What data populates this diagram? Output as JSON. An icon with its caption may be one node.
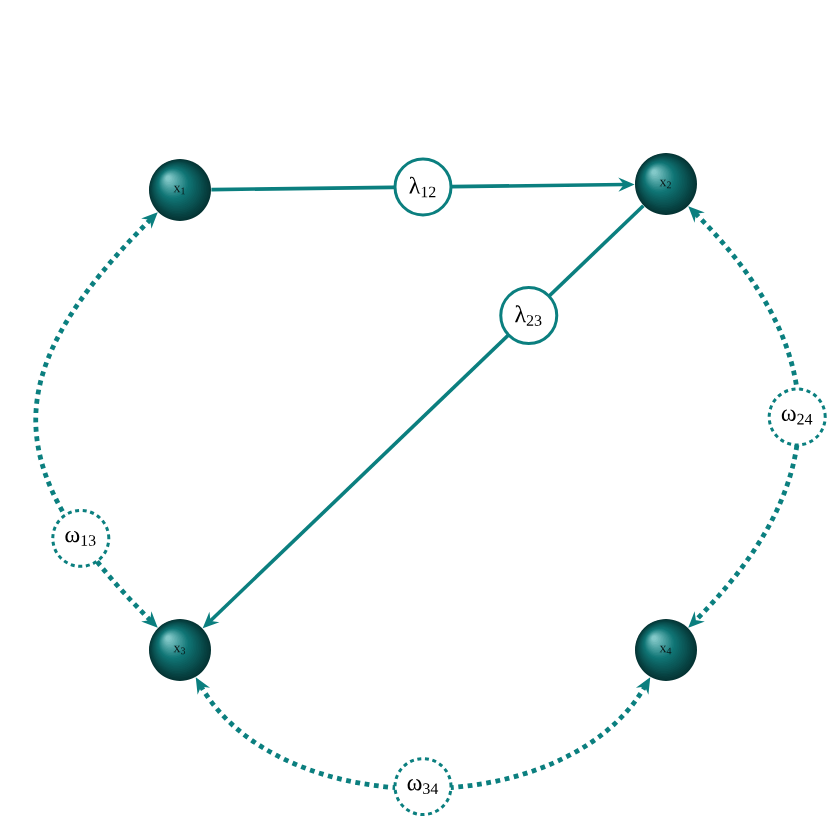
{
  "diagram": {
    "nodes": [
      {
        "text": [
          "x$_{1}$"
        ]
      },
      {
        "text": [
          "x$_{2}$"
        ]
      },
      {
        "text": [
          "x$_{3}$"
        ]
      },
      {
        "text": [
          "x$_{4}$"
        ]
      }
    ],
    "edges": [
      {
        "from": 0,
        "to": 1,
        "arrow": "to",
        "label": "λ$_{12}$"
      },
      {
        "from": 1,
        "to": 2,
        "arrow": "to",
        "label": "λ$_{23}$"
      },
      {
        "from": 0,
        "to": 2,
        "arrow": "both",
        "label": "ω$_{13}$",
        "style": "dashed"
      },
      {
        "from": 1,
        "to": 3,
        "arrow": "both",
        "label": "ω$_{24}$",
        "style": "dashed"
      },
      {
        "from": 2,
        "to": 3,
        "arrow": "both",
        "label": "ω$_{34}$",
        "style": "dashed"
      }
    ]
  }
}
